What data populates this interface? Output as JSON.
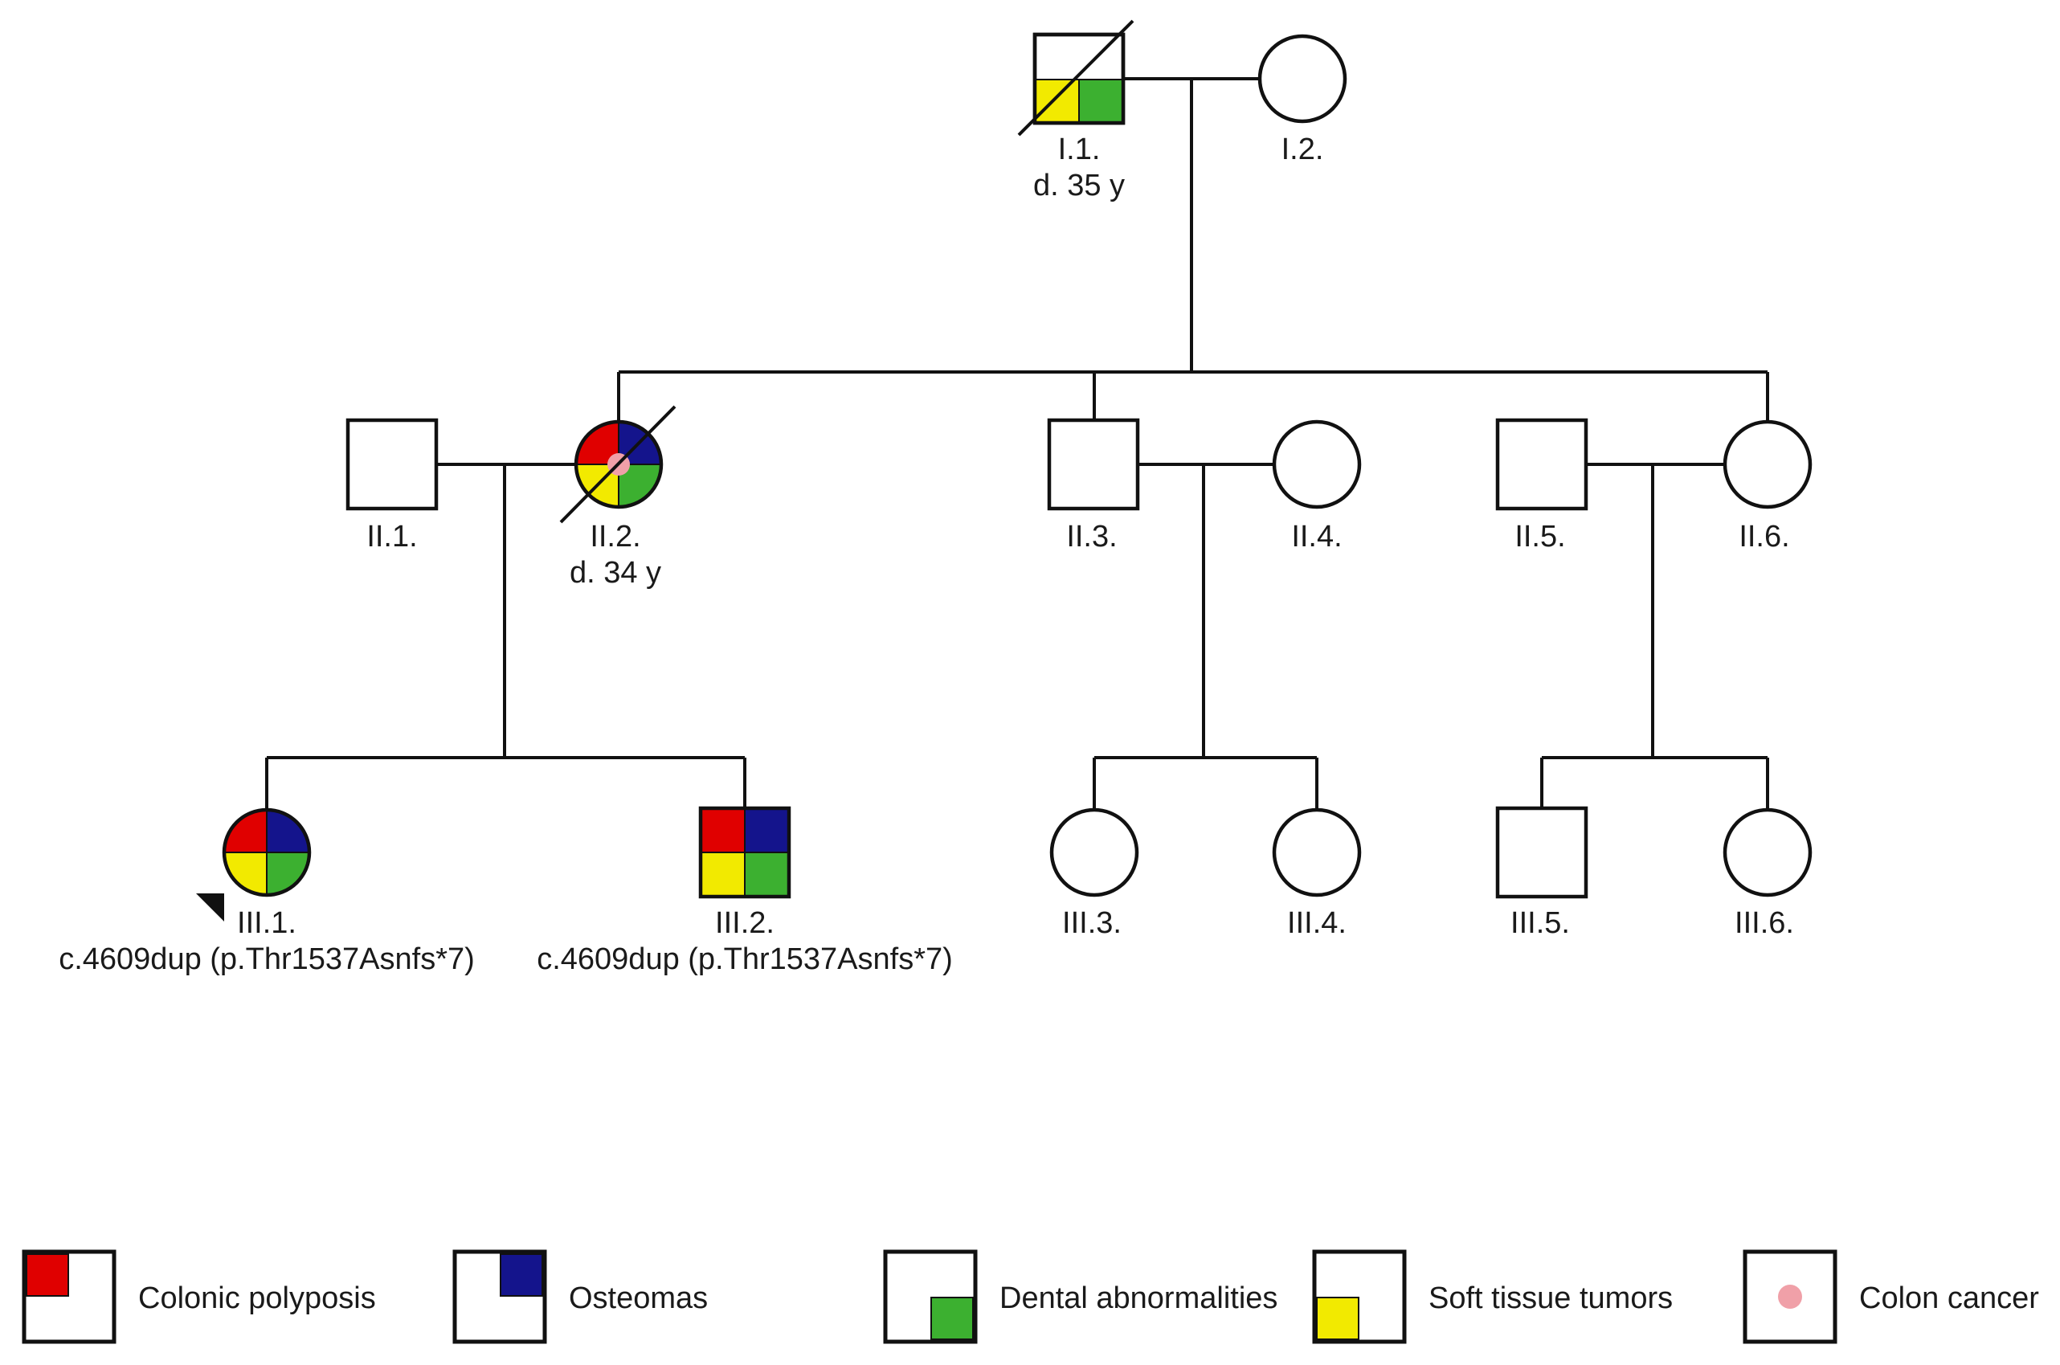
{
  "colors": {
    "colonic_polyposis": "#e00000",
    "osteomas": "#14148c",
    "dental_abnormalities": "#3cb030",
    "soft_tissue_tumors": "#f2ea00",
    "colon_cancer": "#f0a0a8",
    "line": "#111111"
  },
  "individuals": {
    "I_1": {
      "id": "I.1.",
      "sex": "male",
      "deceased": true,
      "note": "d. 35 y",
      "traits": [
        "dental_abnormalities",
        "soft_tissue_tumors"
      ]
    },
    "I_2": {
      "id": "I.2.",
      "sex": "female",
      "deceased": false,
      "traits": []
    },
    "II_1": {
      "id": "II.1.",
      "sex": "male",
      "deceased": false,
      "traits": []
    },
    "II_2": {
      "id": "II.2.",
      "sex": "female",
      "deceased": true,
      "note": "d. 34 y",
      "traits": [
        "colonic_polyposis",
        "osteomas",
        "dental_abnormalities",
        "soft_tissue_tumors",
        "colon_cancer"
      ]
    },
    "II_3": {
      "id": "II.3.",
      "sex": "male",
      "deceased": false,
      "traits": []
    },
    "II_4": {
      "id": "II.4.",
      "sex": "female",
      "deceased": false,
      "traits": []
    },
    "II_5": {
      "id": "II.5.",
      "sex": "male",
      "deceased": false,
      "traits": []
    },
    "II_6": {
      "id": "II.6.",
      "sex": "female",
      "deceased": false,
      "traits": []
    },
    "III_1": {
      "id": "III.1.",
      "sex": "female",
      "proband": true,
      "variant": "c.4609dup (p.Thr1537Asnfs*7)",
      "traits": [
        "colonic_polyposis",
        "osteomas",
        "dental_abnormalities",
        "soft_tissue_tumors"
      ]
    },
    "III_2": {
      "id": "III.2.",
      "sex": "male",
      "variant": "c.4609dup (p.Thr1537Asnfs*7)",
      "traits": [
        "colonic_polyposis",
        "osteomas",
        "dental_abnormalities",
        "soft_tissue_tumors"
      ]
    },
    "III_3": {
      "id": "III.3.",
      "sex": "female",
      "traits": []
    },
    "III_4": {
      "id": "III.4.",
      "sex": "female",
      "traits": []
    },
    "III_5": {
      "id": "III.5.",
      "sex": "male",
      "traits": []
    },
    "III_6": {
      "id": "III.6.",
      "sex": "female",
      "traits": []
    }
  },
  "legend": {
    "colonic_polyposis": "Colonic polyposis",
    "osteomas": "Osteomas",
    "dental_abnormalities": "Dental abnormalities",
    "soft_tissue_tumors": "Soft tissue tumors",
    "colon_cancer": "Colon cancer"
  }
}
